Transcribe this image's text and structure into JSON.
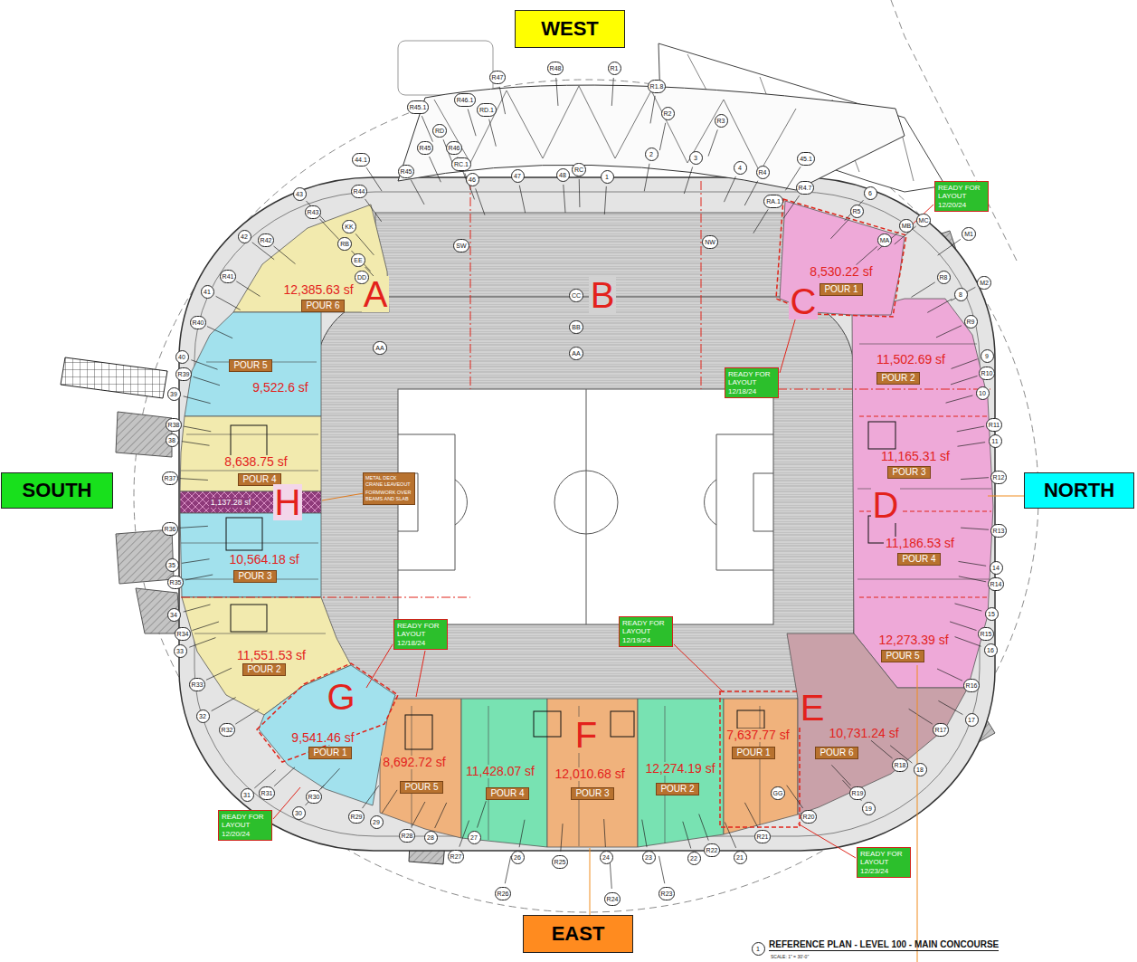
{
  "diagram": {
    "caption": "REFERENCE PLAN - LEVEL 100 - MAIN CONCOURSE",
    "nodes": [
      {
        "text": [
          "WEST"
        ]
      },
      {
        "text": [
          "SOUTH"
        ]
      },
      {
        "text": [
          "NORTH"
        ]
      },
      {
        "text": [
          "EAST"
        ]
      },
      {
        "text": [
          "READY FOR LAYOUT 12/20/24"
        ]
      },
      {
        "text": [
          "READY FOR LAYOUT 12/18/24"
        ]
      },
      {
        "text": [
          "READY FOR LAYOUT 12/18/24"
        ]
      },
      {
        "text": [
          "READY FOR LAYOUT 12/19/24"
        ]
      },
      {
        "text": [
          "READY FOR LAYOUT 12/20/24"
        ]
      },
      {
        "text": [
          "READY FOR LAYOUT 12/23/24"
        ]
      },
      {
        "text": [
          "METAL DECK CRANE LEAVEOUT",
          "FORMWORK OVER BEAMS AND SLAB"
        ]
      },
      {
        "text": [
          "POUR 1"
        ]
      },
      {
        "text": [
          "POUR 2"
        ]
      },
      {
        "text": [
          "POUR 3"
        ]
      },
      {
        "text": [
          "POUR 4"
        ]
      },
      {
        "text": [
          "POUR 5"
        ]
      },
      {
        "text": [
          "POUR 6"
        ]
      },
      {
        "text": [
          "POUR 1"
        ]
      },
      {
        "text": [
          "POUR 2"
        ]
      },
      {
        "text": [
          "POUR 3"
        ]
      },
      {
        "text": [
          "POUR 4"
        ]
      },
      {
        "text": [
          "POUR 5"
        ]
      },
      {
        "text": [
          "POUR 1"
        ]
      },
      {
        "text": [
          "POUR 2"
        ]
      },
      {
        "text": [
          "POUR 3"
        ]
      },
      {
        "text": [
          "POUR 4"
        ]
      },
      {
        "text": [
          "POUR 5"
        ]
      },
      {
        "text": [
          "POUR 6"
        ]
      }
    ],
    "labels": [
      "A",
      "B",
      "C",
      "D",
      "E",
      "F",
      "G",
      "H",
      "12,385.63 sf",
      "9,522.6 sf",
      "8,638.75 sf",
      "1,137.28 sf",
      "10,564.18 sf",
      "11,551.53 sf",
      "9,541.46 sf",
      "8,692.72 sf",
      "11,428.07 sf",
      "12,010.68 sf",
      "12,274.19 sf",
      "7,637.77 sf",
      "10,731.24 sf",
      "12,273.39 sf",
      "11,186.53 sf",
      "11,165.31 sf",
      "11,502.69 sf",
      "8,530.22 sf",
      "R47",
      "R48",
      "R1",
      "R1.8",
      "R2",
      "R3",
      "R45.1",
      "R46.1",
      "RD.1",
      "RD",
      "R45",
      "R46",
      "RC.1",
      "R45",
      "44.1",
      "R44",
      "46",
      "47",
      "48",
      "RC",
      "1",
      "2",
      "3",
      "4",
      "R4",
      "45.1",
      "R4.7",
      "RA.1",
      "R5",
      "6",
      "MB",
      "MC",
      "MA",
      "M1",
      "M2",
      "R8",
      "8",
      "R9",
      "9",
      "R10",
      "10",
      "R11",
      "11",
      "R12",
      "R13",
      "14",
      "R14",
      "15",
      "R15",
      "16",
      "R16",
      "17",
      "R17",
      "18",
      "R18",
      "R19",
      "19",
      "R20",
      "R21",
      "21",
      "R22",
      "22",
      "23",
      "R23",
      "24",
      "R24",
      "R25",
      "26",
      "R26",
      "27",
      "R27",
      "28",
      "R28",
      "R29",
      "29",
      "R30",
      "30",
      "31",
      "R31",
      "32",
      "R32",
      "R33",
      "33",
      "R34",
      "34",
      "R35",
      "35",
      "R36",
      "R37",
      "38",
      "R38",
      "39",
      "R39",
      "40",
      "R40",
      "41",
      "R41",
      "42",
      "R42",
      "43",
      "R43",
      "KK",
      "RB",
      "EE",
      "DD",
      "AA",
      "SW",
      "NW",
      "CC",
      "BB",
      "AA",
      "GG",
      "1",
      "SCALE: 1\" = 30'-0\""
    ]
  }
}
